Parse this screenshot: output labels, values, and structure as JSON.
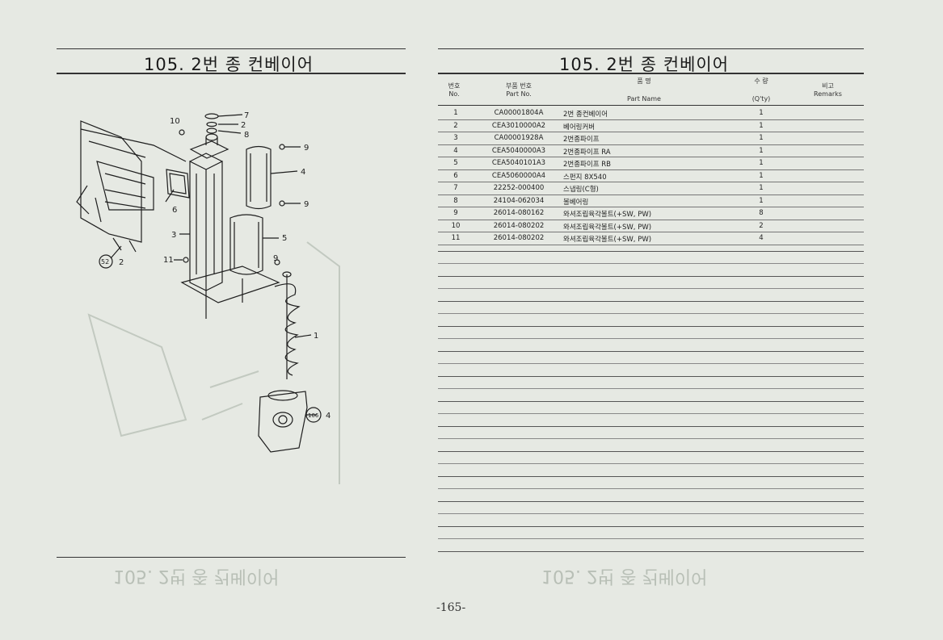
{
  "left": {
    "title": "105. 2번 종 컨베이어",
    "callouts": [
      "10",
      "7",
      "2",
      "8",
      "9",
      "4",
      "6",
      "9",
      "3",
      "5",
      "52",
      "2",
      "11",
      "9",
      "1",
      "106",
      "4"
    ]
  },
  "right": {
    "title": "105. 2번 종 컨베이어",
    "header": {
      "no_ko": "번호",
      "no_en": "No.",
      "pn_ko": "부품 번호",
      "pn_en": "Part No.",
      "name_ko": "품 명",
      "name_en": "Part Name",
      "qty_ko": "수 량",
      "qty_en": "(Q'ty)",
      "rem_ko": "비고",
      "rem_en": "Remarks"
    },
    "rows": [
      {
        "no": "1",
        "pn": "CA00001804A",
        "name": "2번 종컨베이어",
        "qty": "1"
      },
      {
        "no": "2",
        "pn": "CEA3010000A2",
        "name": "베어링커버",
        "qty": "1"
      },
      {
        "no": "3",
        "pn": "CA00001928A",
        "name": "2번종파이프",
        "qty": "1"
      },
      {
        "no": "4",
        "pn": "CEA5040000A3",
        "name": "2번종파이프 RA",
        "qty": "1"
      },
      {
        "no": "5",
        "pn": "CEA5040101A3",
        "name": "2번종파이프 RB",
        "qty": "1"
      },
      {
        "no": "6",
        "pn": "CEA5060000A4",
        "name": "스펀지 8X540",
        "qty": "1"
      },
      {
        "no": "7",
        "pn": "22252-000400",
        "name": "스냅링(C형)",
        "qty": "1"
      },
      {
        "no": "8",
        "pn": "24104-062034",
        "name": "볼베어링",
        "qty": "1"
      },
      {
        "no": "9",
        "pn": "26014-080162",
        "name": "와셔조립육각볼트(+SW, PW)",
        "qty": "8"
      },
      {
        "no": "10",
        "pn": "26014-080202",
        "name": "와셔조립육각볼트(+SW, PW)",
        "qty": "2"
      },
      {
        "no": "11",
        "pn": "26014-080202",
        "name": "와셔조립육각볼트(+SW, PW)",
        "qty": "4"
      }
    ]
  },
  "page_number": "-165-"
}
